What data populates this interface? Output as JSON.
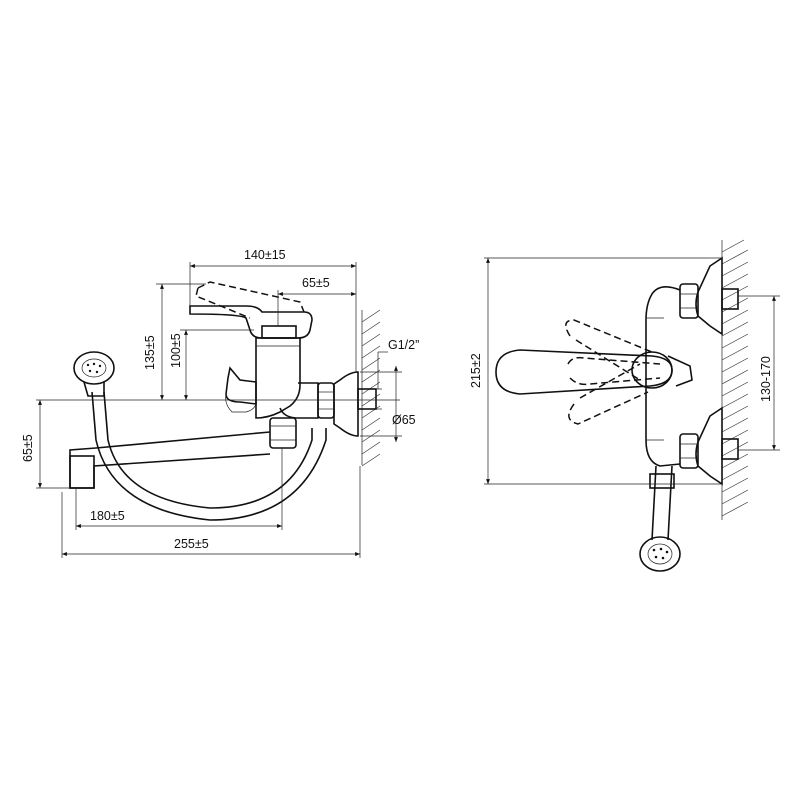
{
  "dimensions": {
    "width_140": "140±15",
    "width_65": "65±5",
    "height_135": "135±5",
    "height_100": "100±5",
    "thread": "G1/2”",
    "diameter": "Ø65",
    "height_65": "65±5",
    "spout_180": "180±5",
    "total_255": "255±5",
    "height_215": "215±2",
    "spacing": "130-170"
  }
}
